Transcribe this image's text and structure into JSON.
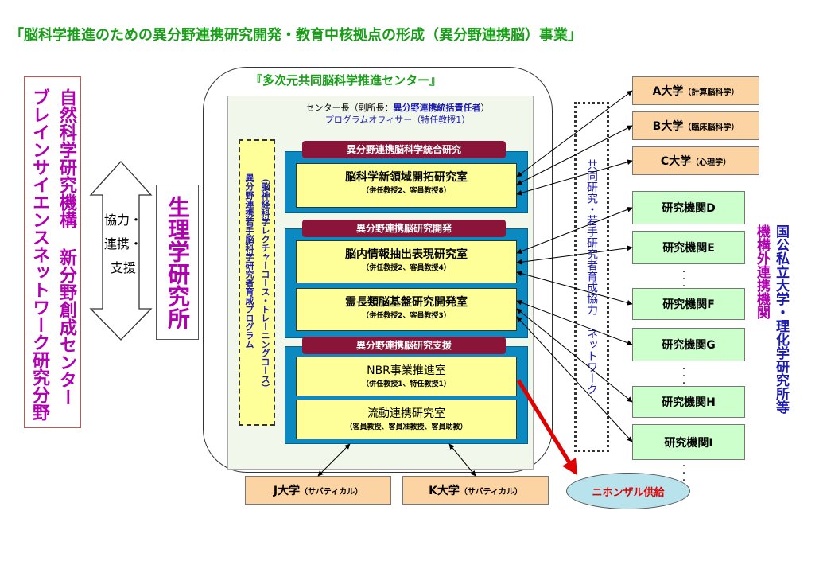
{
  "title": "「脳科学推進のための異分野連携研究開発・教育中核拠点の形成（異分野連携脳）事業」",
  "left_org": {
    "line1": "ブレインサイエンスネットワーク研究分野",
    "line2": "自然科学研究機構 新分野創成センター"
  },
  "cooperation": {
    "line1": "協力・",
    "line2": "連携・",
    "line3": "支援"
  },
  "physiology_institute": "生理学研究所",
  "center": {
    "title": "『多次元共同脳科学推進センター』",
    "director_prefix": "センター長（副所長：",
    "director_role": "異分野連携統括責任者",
    "director_suffix": "）",
    "program_officer": "プログラムオフィサー（特任教授1）",
    "education_program": "異分野連携若手脳科学研究者育成プログラム",
    "education_course": "（脳神経科学レクチャーコース・トレーニングコース）"
  },
  "divisions": [
    {
      "header": "異分野連携脳科学統合研究",
      "labs": [
        {
          "name": "脳科学新領域開拓研究室",
          "staff": "（併任教授2、客員教授8）"
        }
      ]
    },
    {
      "header": "異分野連携脳研究開発",
      "labs": [
        {
          "name": "脳内情報抽出表現研究室",
          "staff": "（併任教授2、客員教授4）"
        },
        {
          "name": "霊長類脳基盤研究開発室",
          "staff": "（併任教授2、客員教授3）"
        }
      ]
    },
    {
      "header": "異分野連携脳研究支援",
      "labs": [
        {
          "name": "NBR事業推進室",
          "staff": "（併任教授1、特任教授1）"
        },
        {
          "name": "流動連携研究室",
          "staff": "（客員教授、客員准教授、客員助教）"
        }
      ]
    }
  ],
  "network": "共同研究・若手研究者育成協力 ネットワーク",
  "universities": [
    {
      "name": "A大学",
      "field": "（計算脳科学）"
    },
    {
      "name": "B大学",
      "field": "（臨床脳科学）"
    },
    {
      "name": "C大学",
      "field": "（心理学）"
    }
  ],
  "institutes": [
    "研究機関D",
    "研究機関E",
    "研究機関F",
    "研究機関G",
    "研究機関H",
    "研究機関I"
  ],
  "bottom_universities": [
    {
      "name": "J大学",
      "field": "（サバティカル）"
    },
    {
      "name": "K大学",
      "field": "（サバティカル）"
    }
  ],
  "monkey_supply": "ニホンザル供給",
  "external": {
    "label1": "機構外連携機関",
    "label2": "国公私立大学・理化学研究所等"
  },
  "colors": {
    "title_green": "#1a9e1a",
    "magenta": "#b000b0",
    "navy": "#1a1ab0",
    "panel_blue": "#0a8ac0",
    "maroon": "#8a1538",
    "lab_yellow": "#ffff99",
    "university_orange": "#fcd4a4",
    "institute_green": "#ccffcc",
    "arrow_red": "#e00000"
  }
}
